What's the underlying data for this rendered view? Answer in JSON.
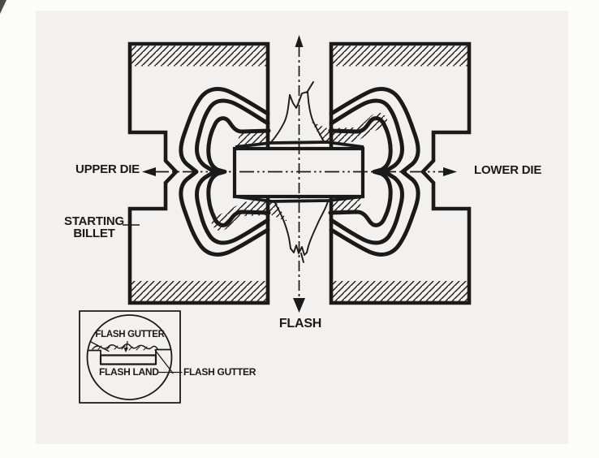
{
  "title": "Impression die forging diagram",
  "colors": {
    "ink": "#1a1a1a",
    "paper": "#f2f1ef",
    "margin": "#fcfcfb"
  },
  "labels": {
    "upper_die": "UPPER DIE",
    "lower_die": "LOWER DIE",
    "starting_billet": {
      "line1": "STARTING",
      "line2": "BILLET"
    },
    "flash": "FLASH"
  },
  "inset": {
    "flash_gutter_top": "FLASH GUTTER",
    "flash_land": "FLASH LAND",
    "flash_gutter_right": "FLASH GUTTER"
  },
  "icons": {
    "up_arrow": "centerline arrow up (flash direction)",
    "down_arrow": "centerline arrow down (flash direction)",
    "left_arrow": "centerline arrow left (upper die)",
    "right_arrow": "centerline arrow right (lower die)",
    "inset_arrow": "leader arrow to flash in gutter"
  }
}
